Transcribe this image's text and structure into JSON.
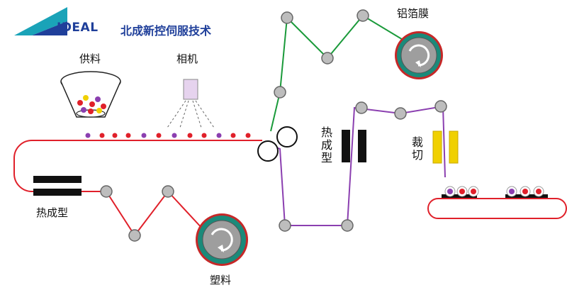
{
  "brand": {
    "logo_text": "IDEAL",
    "company": "北成新控伺服技术"
  },
  "labels": {
    "feed": "供料",
    "camera": "相机",
    "foil": "铝箔膜",
    "thermoform_left": "热成型",
    "thermoform_mid": "热成型",
    "cut": "裁切",
    "plastic": "塑料"
  },
  "colors": {
    "plastic_web": "#e0202a",
    "foil_web": "#1a9a3a",
    "sealed_web": "#8b3fb0",
    "logo_blue": "#1f3f9a",
    "logo_teal": "#1aa3b8",
    "cutter_yellow": "#f0d000"
  }
}
